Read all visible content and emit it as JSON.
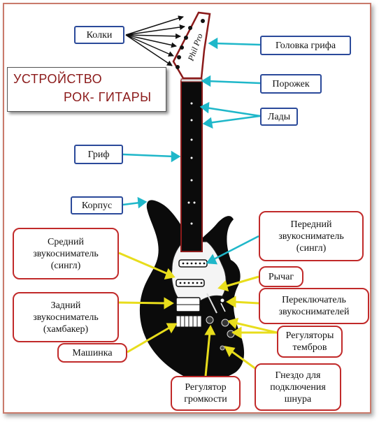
{
  "title": {
    "line1": "УСТРОЙСТВО",
    "line2": "РОК- ГИТАРЫ"
  },
  "labels": {
    "pegs": "Колки",
    "headstock": "Головка грифа",
    "nut": "Порожек",
    "frets": "Лады",
    "neck": "Гриф",
    "body": "Корпус",
    "middle_pickup": "Средний\nзвукосниматель\n(сингл)",
    "neck_pickup": "Передний\nзвукосниматель\n(сингл)",
    "tremolo_arm": "Рычаг",
    "bridge_pickup": "Задний\nзвукосниматель\n(хамбакер)",
    "selector": "Переключатель\nзвукоснимателей",
    "tone_knobs": "Регуляторы\nтембров",
    "bridge": "Машинка",
    "output_jack": "Гнездо для\nподключения\nшнура",
    "volume_knob": "Регулятор\nгромкости"
  },
  "headstock_logo": "Phil Pro",
  "colors": {
    "blue_border": "#2b4a9a",
    "red_border": "#c12a2a",
    "title_text": "#8b1a1a",
    "cyan_arrow": "#1fb7c9",
    "yellow_arrow": "#e8dd1c",
    "guitar_body": "#0b0b0b",
    "neck_outline": "#8b1a1a"
  }
}
